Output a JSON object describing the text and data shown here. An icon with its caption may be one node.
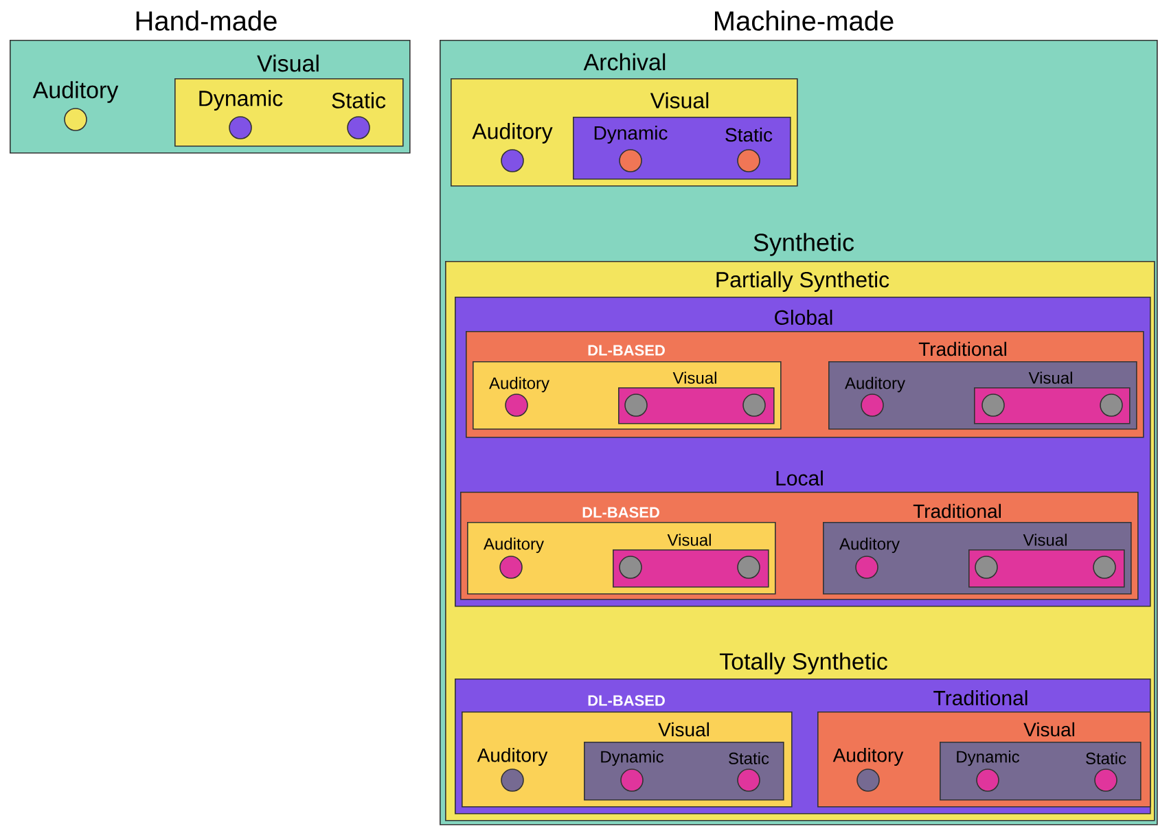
{
  "diagram": {
    "nodes": [
      {
        "text": [
          "Hand-made"
        ]
      },
      {
        "text": [
          "Auditory"
        ],
        "in": 0
      },
      {
        "text": [
          "Visual"
        ],
        "in": 0
      },
      {
        "text": [
          "Dynamic"
        ],
        "in": 2
      },
      {
        "text": [
          "Static"
        ],
        "in": 2
      },
      {
        "text": [
          "Machine-made"
        ]
      },
      {
        "text": [
          "Archival"
        ],
        "in": 5
      },
      {
        "text": [
          "Auditory"
        ],
        "in": 6
      },
      {
        "text": [
          "Visual"
        ],
        "in": 6
      },
      {
        "text": [
          "Dynamic"
        ],
        "in": 8
      },
      {
        "text": [
          "Static"
        ],
        "in": 8
      },
      {
        "text": [
          "Synthetic"
        ],
        "in": 5
      },
      {
        "text": [
          "Partially Synthetic"
        ],
        "in": 11
      },
      {
        "text": [
          "Global"
        ],
        "in": 12
      },
      {
        "text": [
          "DL-BASED"
        ],
        "in": 13
      },
      {
        "text": [
          "Auditory"
        ],
        "in": 14
      },
      {
        "text": [
          "Visual"
        ],
        "in": 14
      },
      {
        "text": [],
        "shape": "circle",
        "in": 16
      },
      {
        "text": [],
        "shape": "circle",
        "in": 16
      },
      {
        "text": [
          "Traditional"
        ],
        "in": 13
      },
      {
        "text": [
          "Auditory"
        ],
        "in": 19
      },
      {
        "text": [
          "Visual"
        ],
        "in": 19
      },
      {
        "text": [],
        "shape": "circle",
        "in": 21
      },
      {
        "text": [],
        "shape": "circle",
        "in": 21
      },
      {
        "text": [
          "Local"
        ],
        "in": 12
      },
      {
        "text": [
          "DL-BASED"
        ],
        "in": 24
      },
      {
        "text": [
          "Auditory"
        ],
        "in": 25
      },
      {
        "text": [
          "Visual"
        ],
        "in": 25
      },
      {
        "text": [],
        "shape": "circle",
        "in": 27
      },
      {
        "text": [],
        "shape": "circle",
        "in": 27
      },
      {
        "text": [
          "Traditional"
        ],
        "in": 24
      },
      {
        "text": [
          "Auditory"
        ],
        "in": 30
      },
      {
        "text": [
          "Visual"
        ],
        "in": 30
      },
      {
        "text": [],
        "shape": "circle",
        "in": 32
      },
      {
        "text": [],
        "shape": "circle",
        "in": 32
      },
      {
        "text": [
          "Totally Synthetic"
        ],
        "in": 11
      },
      {
        "text": [
          "DL-BASED"
        ],
        "in": 35
      },
      {
        "text": [
          "Auditory"
        ],
        "in": 36
      },
      {
        "text": [
          "Visual"
        ],
        "in": 36
      },
      {
        "text": [
          "Dynamic"
        ],
        "in": 38
      },
      {
        "text": [
          "Static"
        ],
        "in": 38
      },
      {
        "text": [
          "Traditional"
        ],
        "in": 35
      },
      {
        "text": [
          "Auditory"
        ],
        "in": 41
      },
      {
        "text": [
          "Visual"
        ],
        "in": 41
      },
      {
        "text": [
          "Dynamic"
        ],
        "in": 43
      },
      {
        "text": [
          "Static"
        ],
        "in": 43
      }
    ]
  }
}
